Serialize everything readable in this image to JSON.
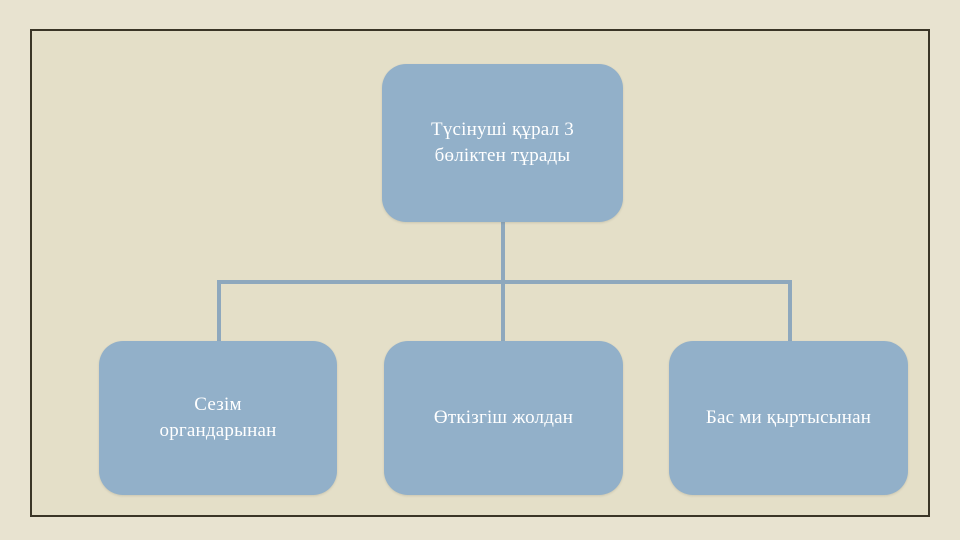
{
  "slide": {
    "background_color": "#e4dfc8",
    "outer_background_color": "#e8e3d0",
    "frame_border_color": "#3a3526"
  },
  "theme": {
    "node_fill": "#92b0c9",
    "node_text_color": "#ffffff",
    "connector_color": "#8ea8bd"
  },
  "diagram": {
    "type": "hierarchy",
    "orientation": "top-down",
    "root": {
      "id": "root",
      "label": "Түсінуші құрал 3\nбөліктен тұрады"
    },
    "children": [
      {
        "id": "child-1",
        "label": "Сезім\nоргандарынан"
      },
      {
        "id": "child-2",
        "label": "Өткізгіш жолдан"
      },
      {
        "id": "child-3",
        "label": "Бас ми қыртысынан"
      }
    ],
    "connectors": [
      {
        "name": "root-stem",
        "from": "root",
        "to": "junction"
      },
      {
        "name": "junction-bar",
        "from": "junction",
        "to": "children"
      },
      {
        "name": "branch-left",
        "from": "junction",
        "to": "child-1"
      },
      {
        "name": "branch-middle",
        "from": "junction",
        "to": "child-2"
      },
      {
        "name": "branch-right",
        "from": "junction",
        "to": "child-3"
      }
    ]
  }
}
